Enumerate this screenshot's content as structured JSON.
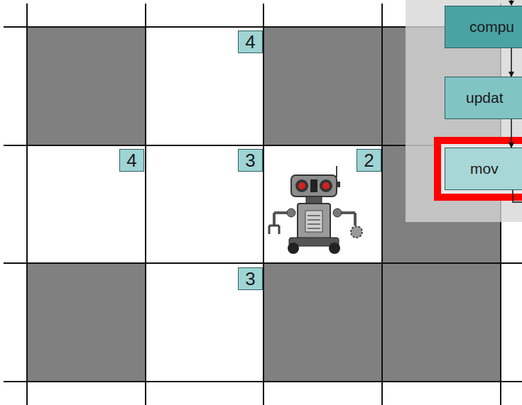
{
  "diagram": {
    "nodes": [
      {
        "text": [
          "compu"
        ]
      },
      {
        "text": [
          "updat"
        ]
      },
      {
        "text": [
          "mov"
        ]
      }
    ],
    "edges": [
      {
        "from": 0,
        "to": 1,
        "arrow": "to"
      },
      {
        "from": 1,
        "to": 2,
        "arrow": "to"
      }
    ],
    "labels": [
      "4",
      "4",
      "3",
      "2",
      "3"
    ]
  }
}
